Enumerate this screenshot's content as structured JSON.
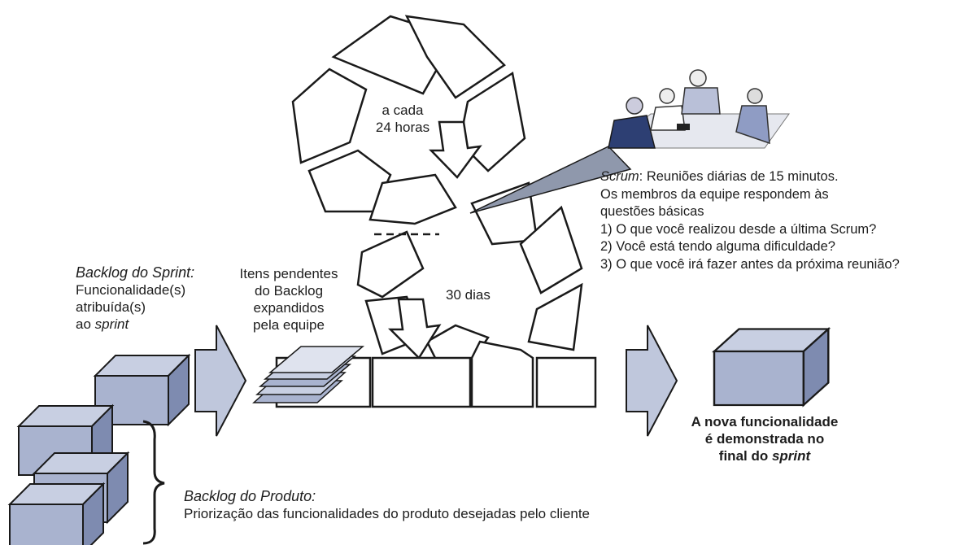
{
  "daily_cycle": {
    "label_line1": "a cada",
    "label_line2": "24 horas"
  },
  "sprint_cycle": {
    "label": "30 dias"
  },
  "scrum_note": {
    "term": "Scrum",
    "line1_rest": ": Reuniões diárias de 15 minutos.",
    "line2": "Os membros da equipe respondem às",
    "line3": "questões básicas",
    "q1": "1) O que você realizou desde a última Scrum?",
    "q2": "2) Você está tendo alguma dificuldade?",
    "q3": "3) O que você irá fazer antes da próxima reunião?"
  },
  "sprint_backlog": {
    "title": "Backlog do Sprint:",
    "line1": "Funcionalidade(s)",
    "line2": "atribuída(s)",
    "line3_prefix": "ao ",
    "line3_italic": "sprint"
  },
  "pending_items": {
    "line1": "Itens pendentes",
    "line2": "do Backlog",
    "line3": "expandidos",
    "line4": "pela equipe"
  },
  "result": {
    "line1": "A nova funcionalidade",
    "line2": "é demonstrada no",
    "line3_prefix": "final do ",
    "line3_italic": "sprint"
  },
  "product_backlog": {
    "title": "Backlog do Produto:",
    "description": "Priorização das funcionalidades do produto desejadas pelo cliente"
  },
  "colors": {
    "block_front": "#a9b3cf",
    "block_top": "#c8cfe2",
    "block_side": "#7e8bb0",
    "arrow_fill": "#bfc7dc",
    "outline": "#1a1a1a",
    "callout": "#8f98ac"
  },
  "icons": [
    "meeting-people-illustration"
  ]
}
